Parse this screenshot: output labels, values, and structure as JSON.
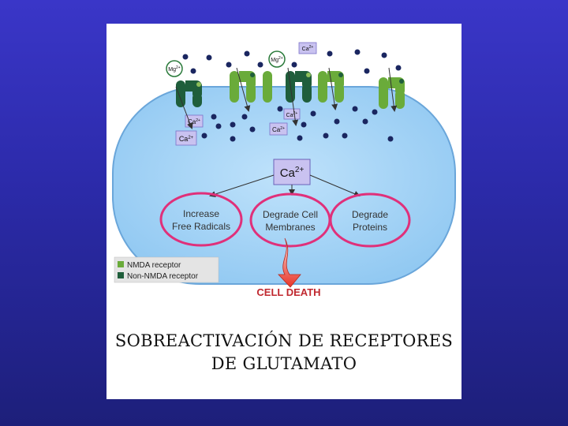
{
  "colors": {
    "background_top": "#3a36c8",
    "background_bottom": "#1d1f7a",
    "cell_fill": "#9dd0f5",
    "nmda_receptor": "#6aab3a",
    "non_nmda_receptor": "#1f5e3b",
    "ion_dot": "#1a2660",
    "effect_circle": "#e0307a",
    "cell_death": "#c0282f",
    "arrow_red": "#e8352a",
    "ion_box": "#c9c2f0"
  },
  "ions": {
    "mg": "Mg",
    "mg_sup": "2+",
    "ca": "Ca",
    "ca_sup": "2+"
  },
  "center_ion": {
    "label": "Ca",
    "sup": "2+"
  },
  "effects": [
    {
      "line1": "Increase",
      "line2": "Free Radicals"
    },
    {
      "line1": "Degrade Cell",
      "line2": "Membranes"
    },
    {
      "line1": "Degrade",
      "line2": "Proteins"
    }
  ],
  "legend": {
    "nmda": "NMDA receptor",
    "non_nmda": "Non-NMDA receptor"
  },
  "outcome": {
    "label": "CELL DEATH"
  },
  "caption": {
    "line1": "SOBREACTIVACIÓN DE RECEPTORES",
    "line2": "DE GLUTAMATO"
  }
}
